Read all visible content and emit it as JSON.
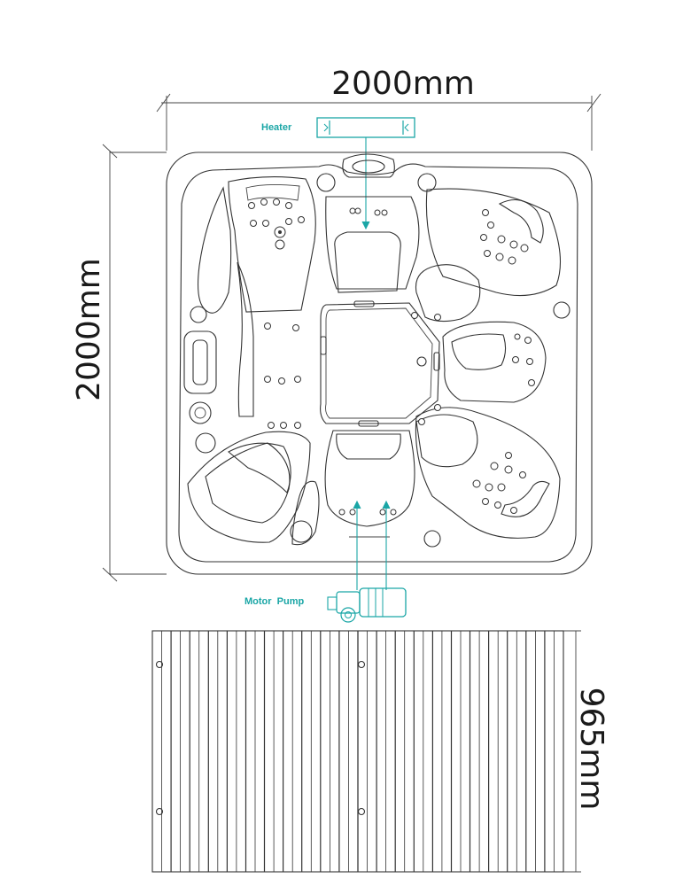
{
  "dimensions": {
    "top_width": "2000mm",
    "left_height": "2000mm",
    "step_depth": "965mm"
  },
  "components": {
    "heater": "Heater",
    "motor_pump": "Motor  Pump"
  },
  "colors": {
    "component_accent": "#1aa6a6",
    "line": "#333333"
  }
}
